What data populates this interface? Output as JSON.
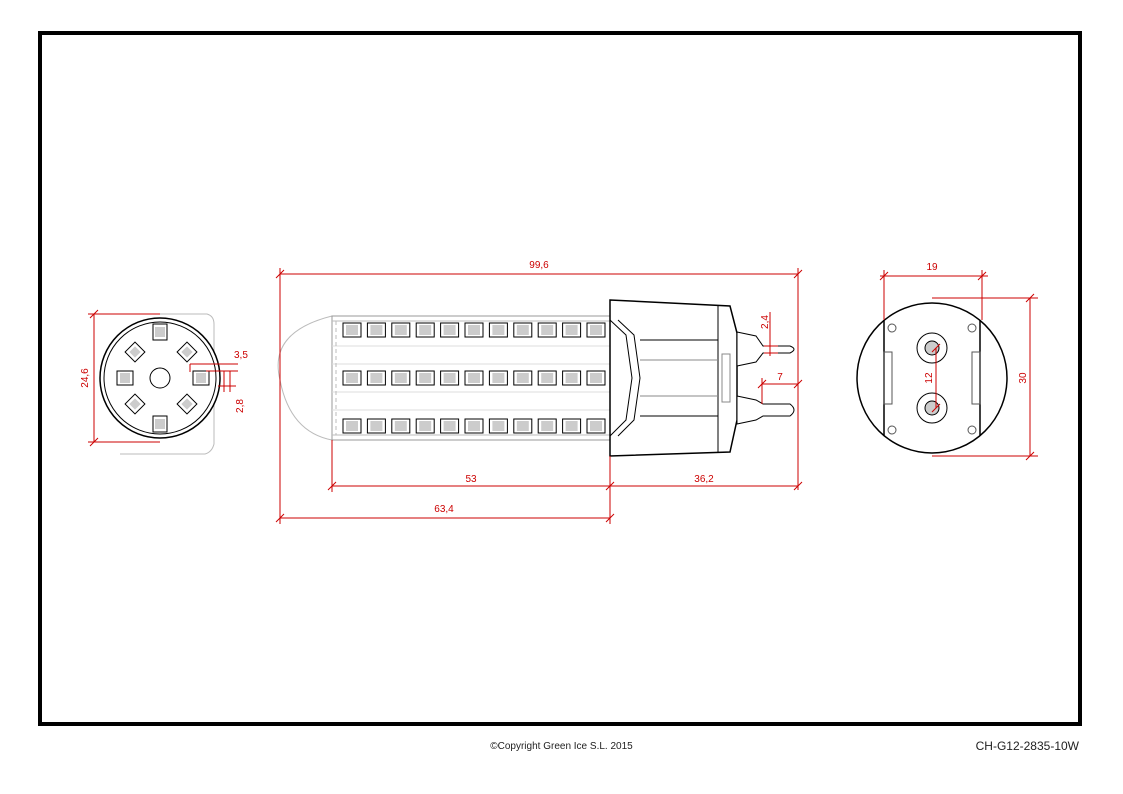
{
  "drawing": {
    "colors": {
      "outline": "#000000",
      "dimension": "#cc0000",
      "led_fill": "#cccccc",
      "faint": "#bbbbbb"
    },
    "end_view": {
      "dims": {
        "diameter": "24,6",
        "led_width": "3,5",
        "led_height": "2,8"
      }
    },
    "side_view": {
      "dims": {
        "overall_length": "99,6",
        "pin_diameter": "2,4",
        "pin_length": "7",
        "led_section": "53",
        "base_section": "36,2",
        "to_base": "63,4"
      }
    },
    "base_view": {
      "dims": {
        "flat_width": "19",
        "height": "30",
        "pin_spacing": "12"
      }
    }
  },
  "footer": {
    "copyright": "©Copyright Green Ice S.L. 2015",
    "code": "CH-G12-2835-10W"
  }
}
